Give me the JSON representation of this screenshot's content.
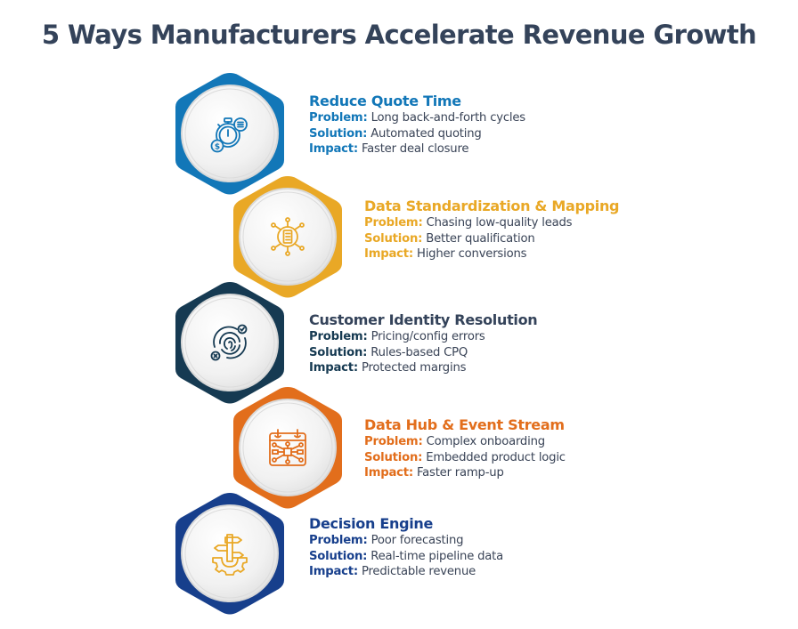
{
  "title": "5 Ways Manufacturers Accelerate Revenue Growth",
  "labels": {
    "problem": "Problem:",
    "solution": "Solution:",
    "impact": "Impact:"
  },
  "items": [
    {
      "heading": "Reduce Quote Time",
      "problem": "Long back-and-forth cycles",
      "solution": "Automated quoting",
      "impact": "Faster deal closure",
      "color": "#1277b8",
      "icon": "stopwatch-dollar-icon"
    },
    {
      "heading": "Data Standardization & Mapping",
      "problem": "Chasing low-quality leads",
      "solution": "Better qualification",
      "impact": "Higher conversions",
      "color": "#e9a826",
      "icon": "document-network-icon"
    },
    {
      "heading": "Customer Identity Resolution",
      "problem": "Pricing/config errors",
      "solution": "Rules-based CPQ",
      "impact": "Protected margins",
      "color": "#163a52",
      "icon": "fingerprint-icon"
    },
    {
      "heading": "Data Hub & Event Stream",
      "problem": "Complex onboarding",
      "solution": "Embedded product logic",
      "impact": "Faster ramp-up",
      "color": "#e26e1c",
      "icon": "calendar-network-icon"
    },
    {
      "heading": "Decision Engine",
      "problem": "Poor forecasting",
      "solution": "Real-time pipeline data",
      "impact": "Predictable revenue",
      "color": "#173f8c",
      "icon": "signpost-gear-icon"
    }
  ]
}
